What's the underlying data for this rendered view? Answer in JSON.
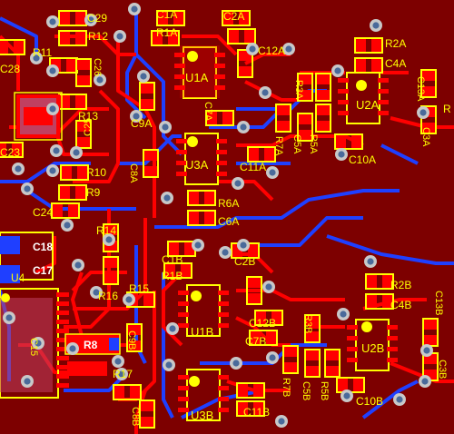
{
  "board": {
    "background": "#7d0000",
    "colors": {
      "top_copper": "#ff0000",
      "bottom_copper": "#1f3fff",
      "silkscreen": "#ffff00",
      "via_ring": "#c8c8c8",
      "via_hole": "#4a6a9a"
    },
    "labels": {
      "C29": "C29",
      "R12": "R12",
      "C28": "C28",
      "R11": "R11",
      "C26": "C26",
      "R13": "R13",
      "C25": "C25",
      "C23": "C23",
      "R10": "R10",
      "R9": "R9",
      "C24": "C24",
      "C1A": "C1A",
      "C2A": "C2A",
      "R1A": "R1A",
      "C12A": "C12A",
      "U1A": "U1A",
      "C9A": "C9A",
      "C7A": "C7A",
      "C8A": "C8A",
      "U3A": "U3A",
      "C11A": "C11A",
      "R6A": "R6A",
      "C6A": "C6A",
      "R2A": "R2A",
      "C4A": "C4A",
      "R3A": "R3A",
      "U2A": "U2A",
      "C13A": "C13A",
      "R4A": "R",
      "C3A": "C3A",
      "R7A": "R7A",
      "C5A": "C5A",
      "R5A": "R5A",
      "C10A": "C10A",
      "R14": "R14",
      "C18": "C18",
      "C17": "C17",
      "U4": "U4",
      "R16": "R16",
      "R15": "R15",
      "R8": "R8",
      "C9B": "C9B",
      "R17": "R17",
      "C8B": "C8B",
      "C1B": "C1B",
      "R1B": "R1B",
      "C2B": "C2B",
      "U1B": "U1B",
      "C12B": "C12B",
      "C7B": "C7B",
      "U3B": "U3B",
      "C11B": "C11B",
      "R2B": "R2B",
      "C4B": "C4B",
      "C13B": "C13B",
      "R3B": "R3B",
      "U2B": "U2B",
      "R7B": "R7B",
      "C5B": "C5B",
      "R5B": "R5B",
      "C10B": "C10B",
      "C3B": "C3B",
      "C15": "C15"
    }
  }
}
